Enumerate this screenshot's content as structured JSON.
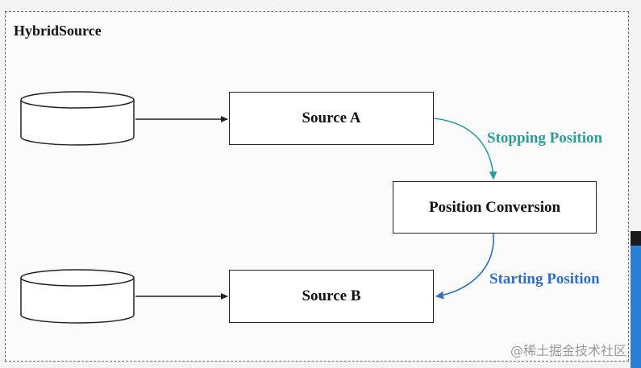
{
  "diagram": {
    "title": "HybridSource",
    "source_a": "Source A",
    "source_b": "Source B",
    "position_conversion": "Position Conversion",
    "stopping_position": "Stopping Position",
    "starting_position": "Starting Position"
  },
  "watermark": "@稀土掘金技术社区",
  "colors": {
    "stopping_label": "#2a9d9b",
    "starting_label": "#2f6fc6",
    "stroke": "#222222"
  }
}
